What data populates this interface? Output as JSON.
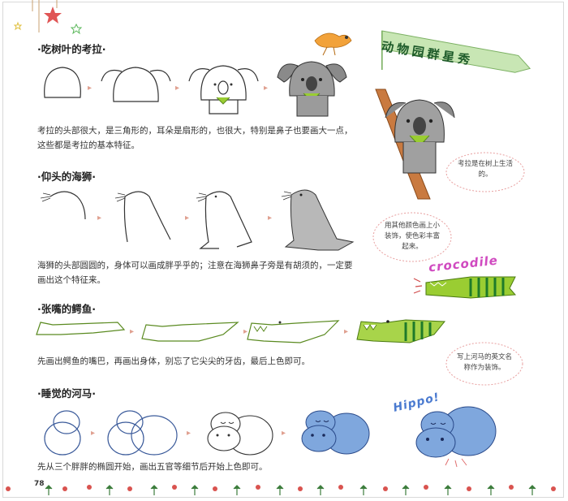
{
  "banner": {
    "title": "动物园群星秀"
  },
  "sections": [
    {
      "title": "·吃树叶的考拉·",
      "desc": "考拉的头部很大，是三角形的，耳朵是扇形的，也很大，特别是鼻子也要画大一点，这些都是考拉的基本特征。"
    },
    {
      "title": "·仰头的海狮·",
      "desc": "海狮的头部圆圆的，身体可以画成胖乎乎的；注意在海狮鼻子旁是有胡须的，一定要画出这个特征来。"
    },
    {
      "title": "·张嘴的鳄鱼·",
      "desc": "先画出鳄鱼的嘴巴，再画出身体，别忘了它尖尖的牙齿，最后上色即可。"
    },
    {
      "title": "·睡觉的河马·",
      "desc": "先从三个胖胖的椭圆开始，画出五官等细节后开始上色即可。"
    }
  ],
  "notes": {
    "koala": "考拉是在树上生活的。",
    "crocodile": "用其他颜色画上小装饰，使色彩丰富起来。",
    "hippo": "写上河马的英文名称作为装饰。"
  },
  "tags": {
    "crocodile": "crocodile",
    "hippo": "Hippo!"
  },
  "page_number": "78",
  "colors": {
    "banner_green": "#c8e6b4",
    "banner_text": "#1e5b2a",
    "croc_green": "#9acd32",
    "hippo_blue": "#7fa7dd",
    "koala_gray": "#8a8a8a",
    "arrow": "#e0a090"
  }
}
